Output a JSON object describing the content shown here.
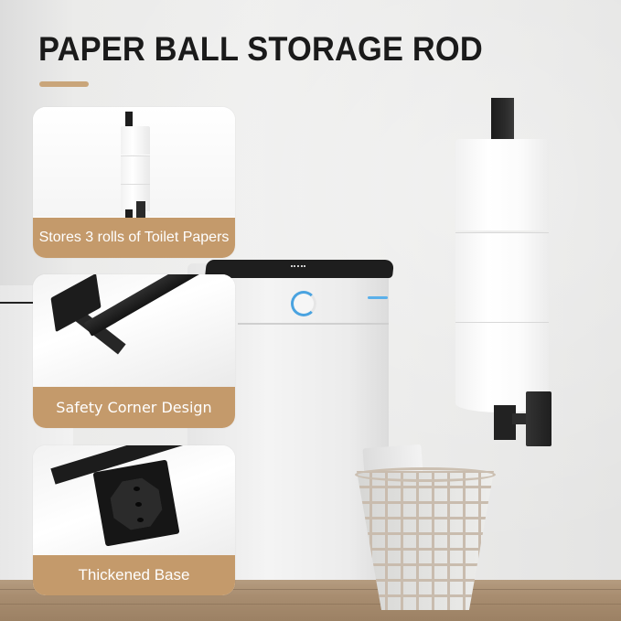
{
  "header": {
    "title": "PAPER BALL STORAGE ROD",
    "accent_color": "#c9a57a"
  },
  "features": [
    {
      "label": "Stores 3 rolls of Toilet Papers",
      "illustration": "holder-with-3-rolls"
    },
    {
      "label": "Safety Corner Design",
      "illustration": "black-square-rod-angled"
    },
    {
      "label": "Thickened Base",
      "illustration": "mounting-base-underside"
    }
  ],
  "colors": {
    "label_band": "#c49a6b",
    "label_text": "#ffffff",
    "title_text": "#1a1a1a",
    "holder_finish": "#1d1d1d",
    "toilet_accent_blue": "#4aa3e0"
  },
  "scene": {
    "product": "wall-mounted toilet paper holder with 3 stacked rolls",
    "roll_count": 3,
    "props": [
      "smart toilet tank",
      "wire wastebasket with paper rolls",
      "wooden floor"
    ]
  }
}
